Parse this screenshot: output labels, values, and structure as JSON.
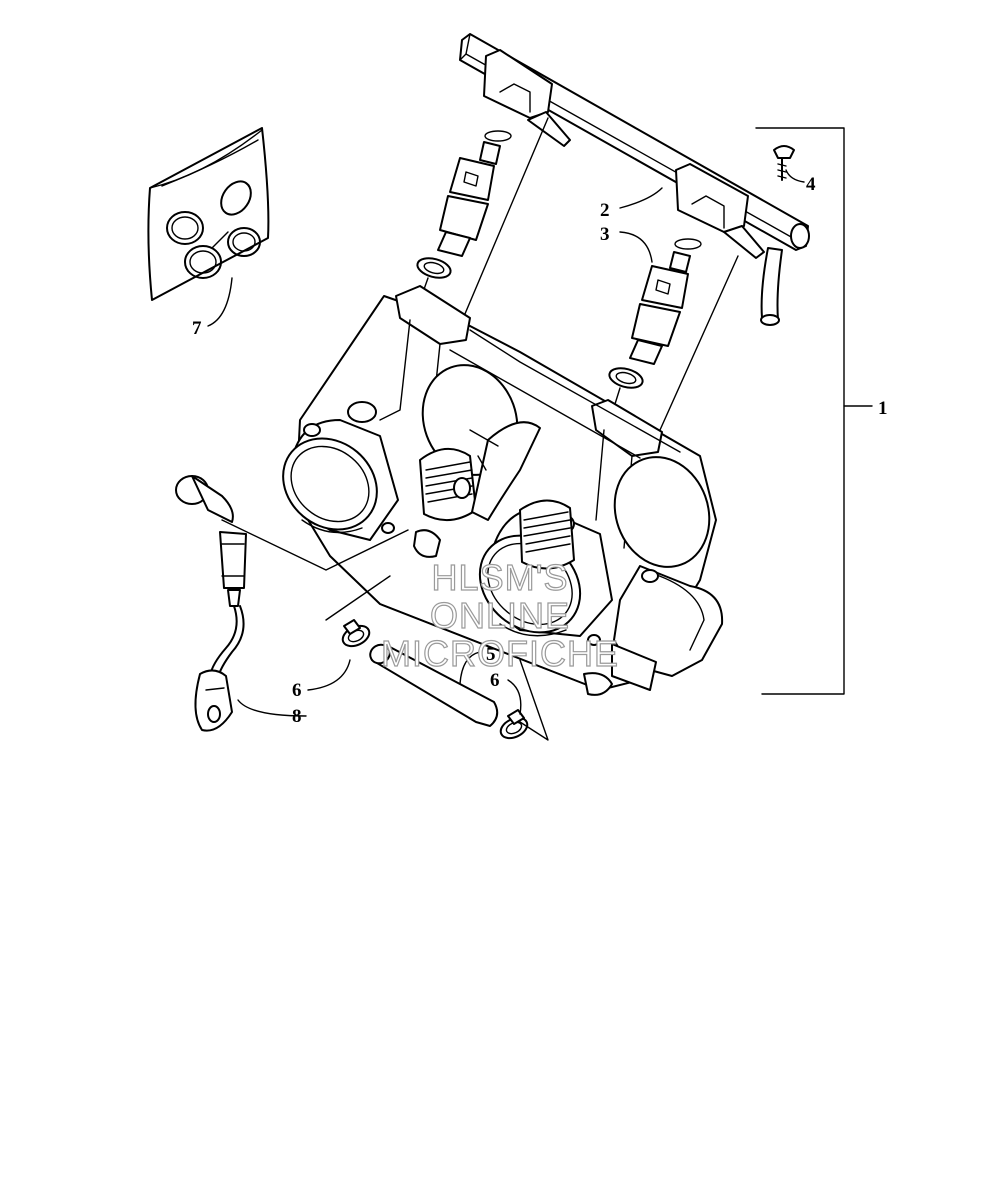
{
  "callouts": {
    "c1": "1",
    "c2": "2",
    "c3": "3",
    "c4": "4",
    "c5": "5",
    "c6a": "6",
    "c6b": "6",
    "c7": "7",
    "c8": "8"
  },
  "watermark": {
    "line1": "HLSM'S",
    "line2": "ONLINE",
    "line3": "MICROFICHE"
  },
  "colors": {
    "ink": "#000000",
    "background": "#ffffff",
    "watermark_outline": "#9a9a9a"
  }
}
